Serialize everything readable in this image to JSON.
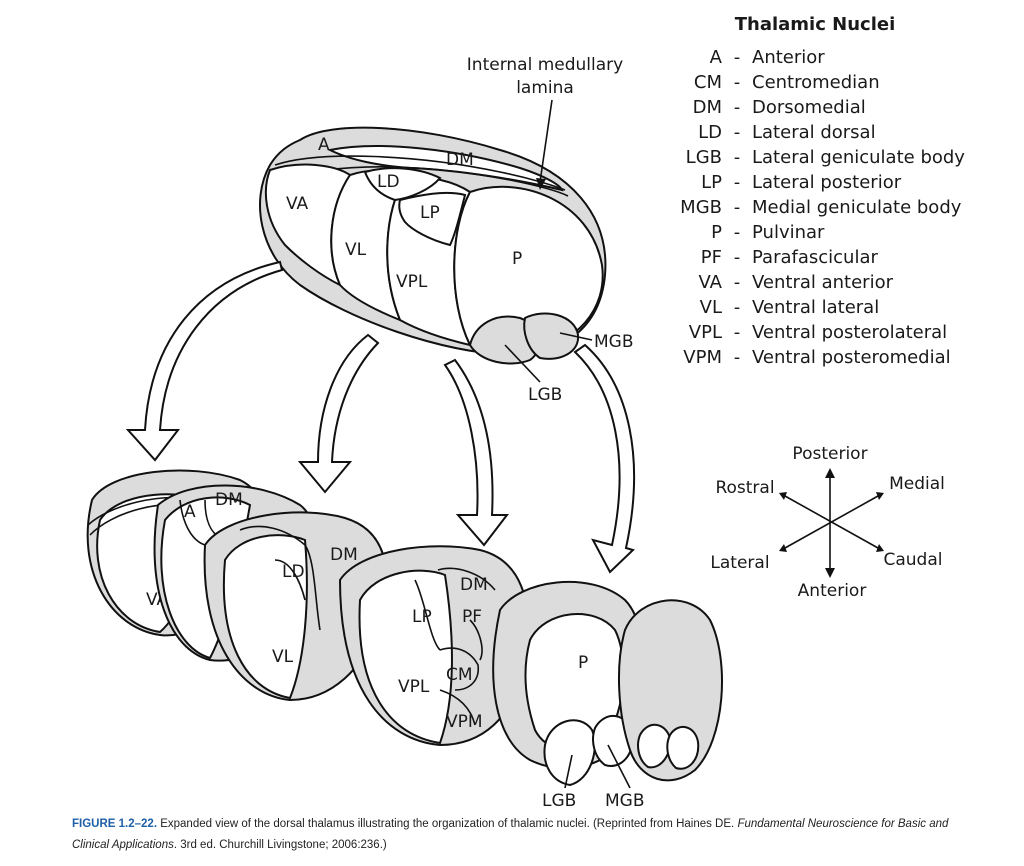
{
  "internal_lamina_label": [
    "Internal medullary",
    "lamina"
  ],
  "legend": {
    "title": "Thalamic Nuclei",
    "items": [
      {
        "abbr": "A",
        "name": "Anterior"
      },
      {
        "abbr": "CM",
        "name": "Centromedian"
      },
      {
        "abbr": "DM",
        "name": "Dorsomedial"
      },
      {
        "abbr": "LD",
        "name": "Lateral dorsal"
      },
      {
        "abbr": "LGB",
        "name": "Lateral geniculate body"
      },
      {
        "abbr": "LP",
        "name": "Lateral posterior"
      },
      {
        "abbr": "MGB",
        "name": "Medial geniculate body"
      },
      {
        "abbr": "P",
        "name": "Pulvinar"
      },
      {
        "abbr": "PF",
        "name": "Parafascicular"
      },
      {
        "abbr": "VA",
        "name": "Ventral anterior"
      },
      {
        "abbr": "VL",
        "name": "Ventral lateral"
      },
      {
        "abbr": "VPL",
        "name": "Ventral posterolateral"
      },
      {
        "abbr": "VPM",
        "name": "Ventral posteromedial"
      }
    ]
  },
  "compass": {
    "posterior": "Posterior",
    "rostral": "Rostral",
    "medial": "Medial",
    "lateral": "Lateral",
    "caudal": "Caudal",
    "anterior": "Anterior"
  },
  "top_labels": {
    "a": "A",
    "dm": "DM",
    "ld": "LD",
    "va": "VA",
    "lp": "LP",
    "vl": "VL",
    "vpl": "VPL",
    "p": "P",
    "mgb": "MGB",
    "lgb": "LGB"
  },
  "bottom_labels": {
    "a": "A",
    "dm1": "DM",
    "va": "VA",
    "dm2": "DM",
    "ld": "LD",
    "vl": "VL",
    "dm3": "DM",
    "lp": "LP",
    "pf": "PF",
    "cm": "CM",
    "vpl": "VPL",
    "vpm": "VPM",
    "p": "P",
    "lgb": "LGB",
    "mgb": "MGB"
  },
  "caption": {
    "figure": "FIGURE 1.2–22.",
    "text1": " Expanded view of the dorsal thalamus illustrating the organization of thalamic nuclei. (Reprinted from Haines DE. ",
    "italic": "Fundamental Neuroscience for Basic and Clinical Applications",
    "text2": ". 3rd ed. Churchill Livingstone; 2006:236.)"
  }
}
